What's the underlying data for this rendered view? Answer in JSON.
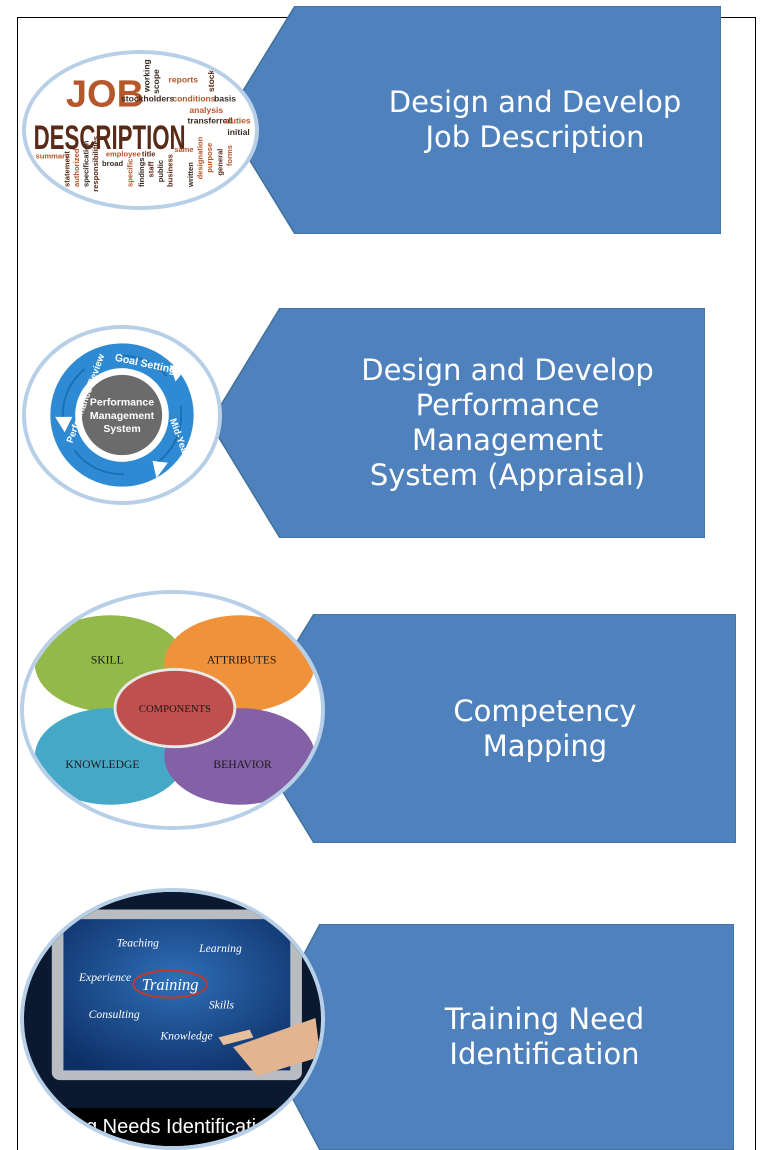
{
  "colors": {
    "banner": "#4f81bd",
    "banner_edge": "#41719c",
    "oval_ring": "#b8cfe8",
    "text": "#ffffff"
  },
  "steps": [
    {
      "title_line1": "Design and Develop",
      "title_line2": "Job Description",
      "image": {
        "icon": "word-cloud-image",
        "words": [
          "JOB",
          "DESCRIPTION",
          "working",
          "scope",
          "reports",
          "stockholders",
          "conditions",
          "basis",
          "stock",
          "analysis",
          "transferred",
          "duties",
          "initial",
          "summary",
          "statement",
          "authorized",
          "specification",
          "responsibilities",
          "broad",
          "employee",
          "specific",
          "title",
          "findings",
          "staff",
          "public",
          "business",
          "same",
          "written",
          "designation",
          "purpose",
          "general",
          "forms"
        ]
      }
    },
    {
      "title_line1": "Design and Develop",
      "title_line2": "Performance",
      "title_line3": "Management",
      "title_line4": "System (Appraisal)",
      "image": {
        "icon": "performance-cycle-image",
        "center_line1": "Performance",
        "center_line2": "Management",
        "center_line3": "System",
        "ring_labels": [
          "Goal Setting",
          "Mid-Year Checkup",
          "Performance Review"
        ]
      }
    },
    {
      "title_line1": "Competency",
      "title_line2": "Mapping",
      "image": {
        "icon": "competency-venn-image",
        "labels": [
          "SKILL",
          "ATTRIBUTES",
          "COMPONENTS",
          "KNOWLEDGE",
          "BEHAVIOR"
        ]
      }
    },
    {
      "title_line1": "Training Need",
      "title_line2": "Identification",
      "image": {
        "icon": "training-screen-image",
        "center": "Training",
        "words": [
          "Teaching",
          "Learning",
          "Experience",
          "Skills",
          "Consulting",
          "Knowledge"
        ],
        "caption": "g Needs Identification & T"
      }
    }
  ]
}
